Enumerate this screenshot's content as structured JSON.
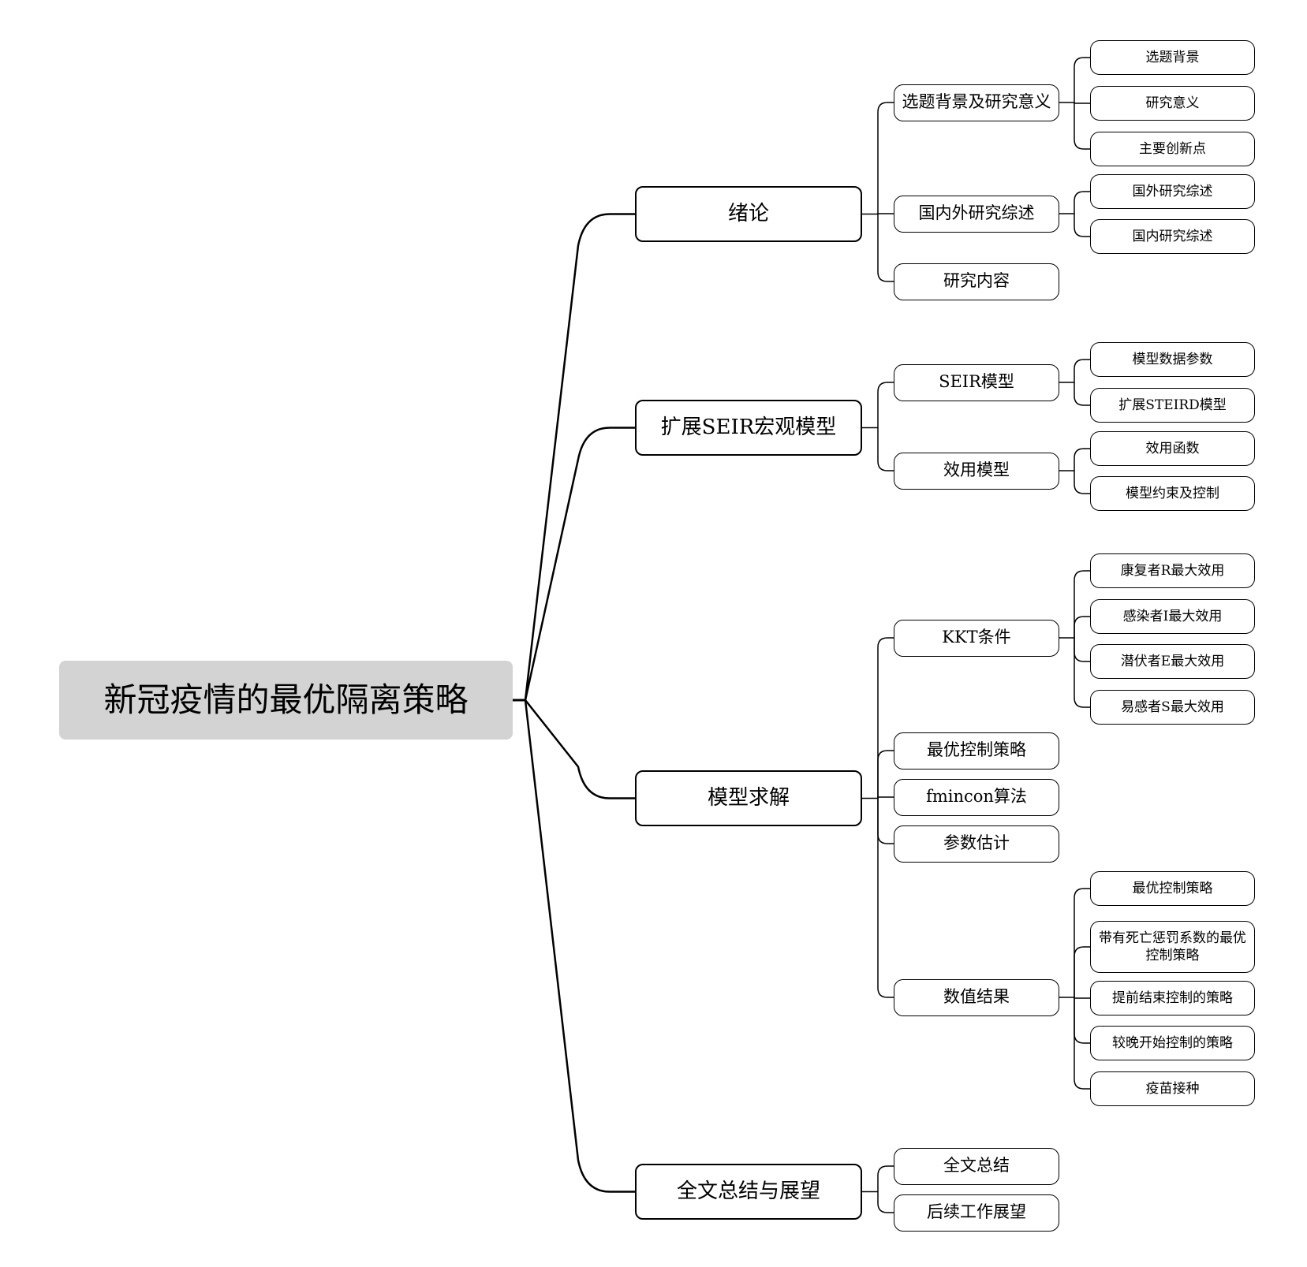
{
  "root": {
    "label": "新冠疫情的最优隔离策略"
  },
  "branches": [
    {
      "label": "绪论",
      "children": [
        {
          "label": "选题背景及研究意义",
          "children": [
            "选题背景",
            "研究意义",
            "主要创新点"
          ]
        },
        {
          "label": "国内外研究综述",
          "children": [
            "国外研究综述",
            "国内研究综述"
          ]
        },
        {
          "label": "研究内容",
          "children": []
        }
      ]
    },
    {
      "label": "扩展SEIR宏观模型",
      "children": [
        {
          "label": "SEIR模型",
          "children": [
            "模型数据参数",
            "扩展STEIRD模型"
          ]
        },
        {
          "label": "效用模型",
          "children": [
            "效用函数",
            "模型约束及控制"
          ]
        }
      ]
    },
    {
      "label": "模型求解",
      "children": [
        {
          "label": "KKT条件",
          "children": [
            "康复者R最大效用",
            "感染者I最大效用",
            "潜伏者E最大效用",
            "易感者S最大效用"
          ]
        },
        {
          "label": "最优控制策略",
          "children": []
        },
        {
          "label": "fmincon算法",
          "children": []
        },
        {
          "label": "参数估计",
          "children": []
        },
        {
          "label": "数值结果",
          "children": [
            "最优控制策略",
            "带有死亡惩罚系数的最优控制策略",
            "提前结束控制的策略",
            "较晚开始控制的策略",
            "疫苗接种"
          ]
        }
      ]
    },
    {
      "label": "全文总结与展望",
      "children": [
        {
          "label": "全文总结",
          "children": []
        },
        {
          "label": "后续工作展望",
          "children": []
        }
      ]
    }
  ]
}
